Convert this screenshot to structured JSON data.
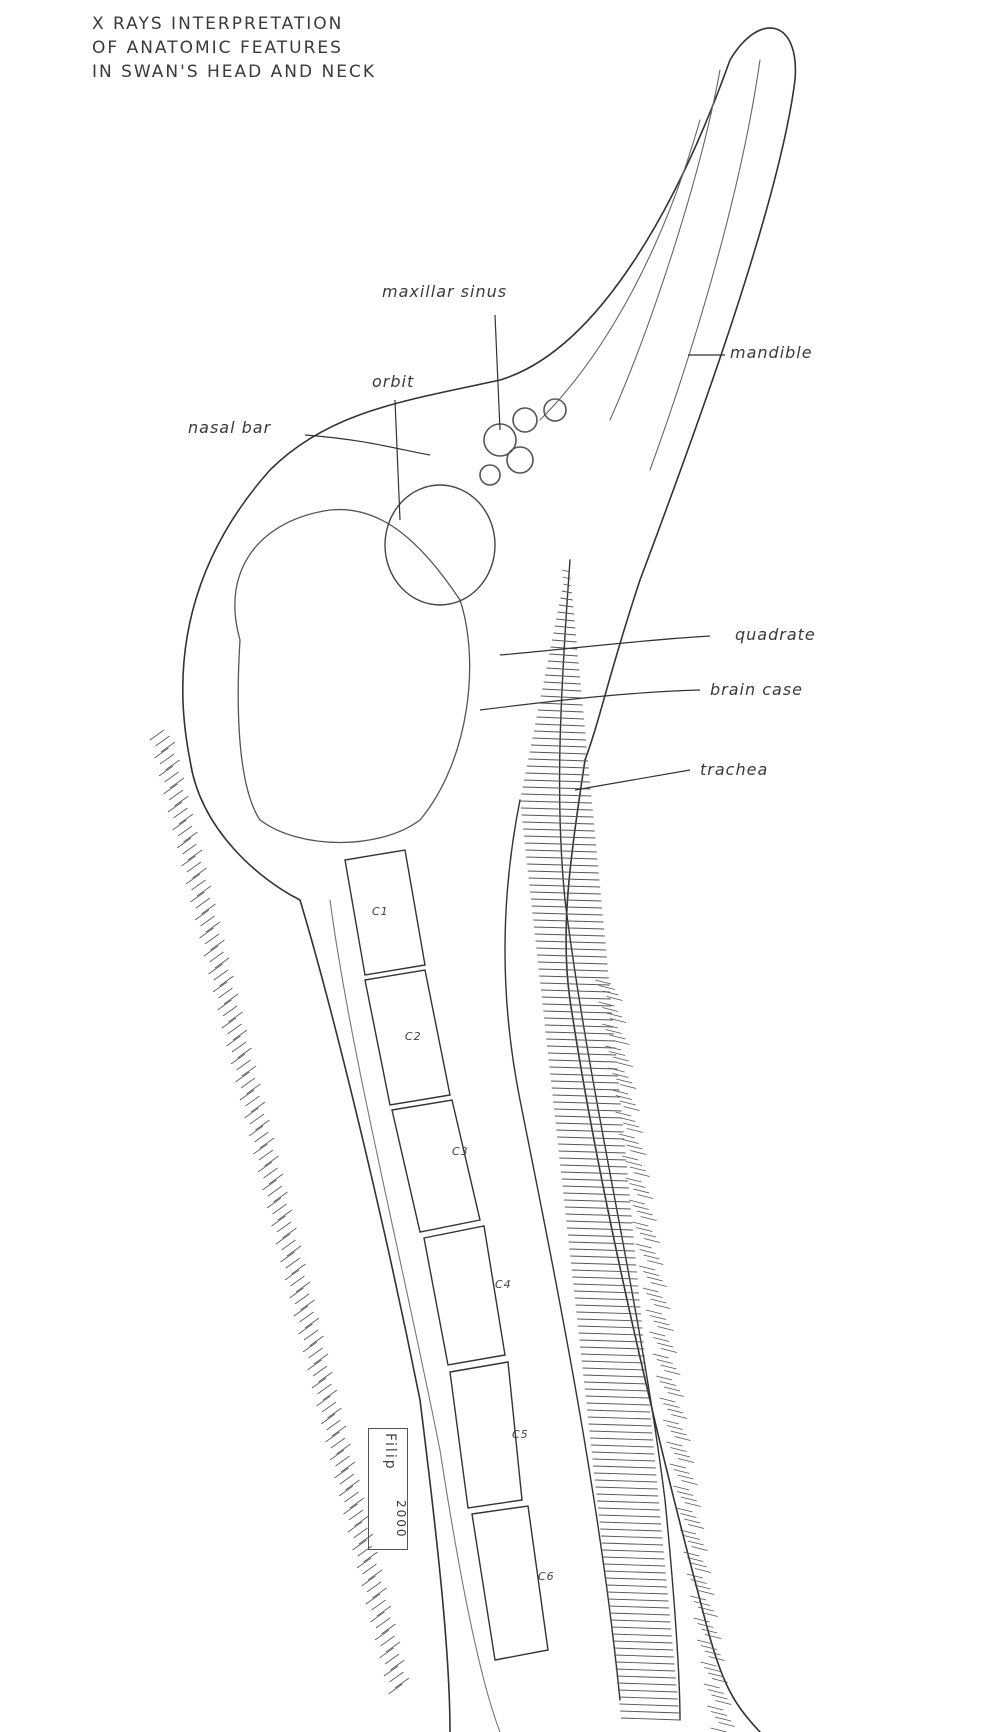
{
  "title": {
    "lines": [
      "X RAYS INTERPRETATION",
      "OF ANATOMIC FEATURES",
      "IN SWAN'S HEAD AND NECK"
    ]
  },
  "labels": {
    "maxillar_sinus": "maxillar sinus",
    "orbit": "orbit",
    "nasal_bar": "nasal bar",
    "mandible": "mandible",
    "quadrate": "quadrate",
    "brain_case": "brain case",
    "trachea": "trachea"
  },
  "vertebrae": [
    "C1",
    "C2",
    "C3",
    "C4",
    "C5",
    "C6"
  ],
  "signature": {
    "name": "Filip",
    "year": "2000"
  },
  "colors": {
    "stroke": "#333333",
    "light_stroke": "#8a8a8a",
    "paper": "#ffffff"
  }
}
